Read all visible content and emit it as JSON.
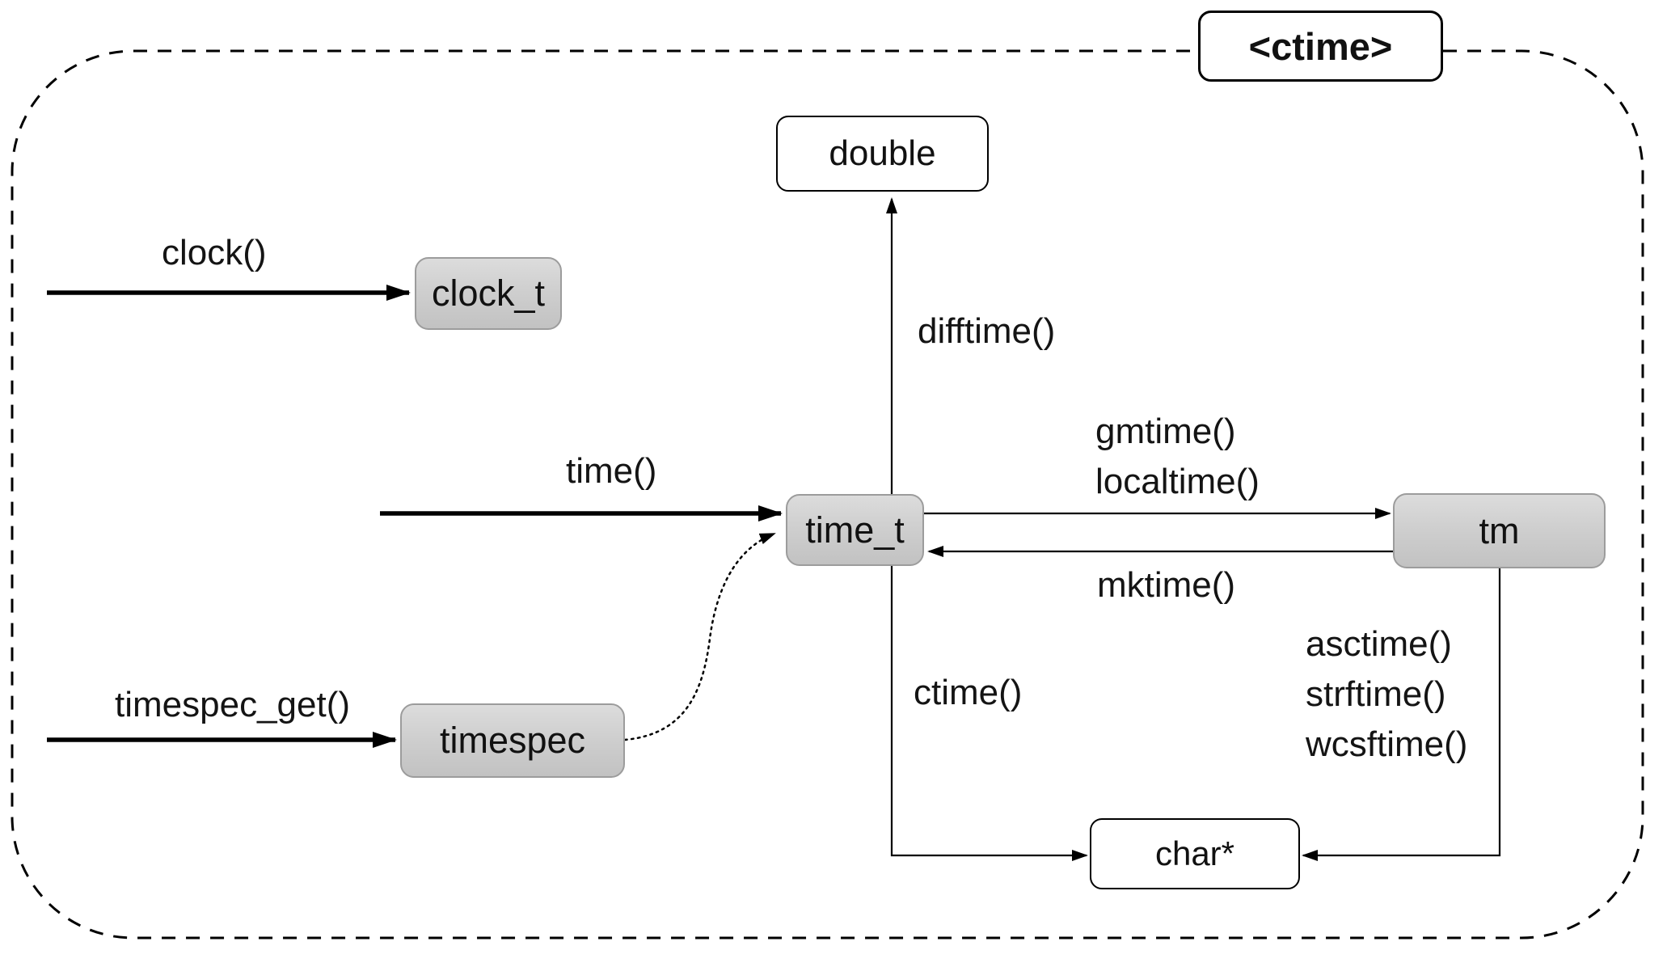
{
  "diagram": {
    "header": "<ctime>",
    "nodes": {
      "double": "double",
      "clock_t": "clock_t",
      "time_t": "time_t",
      "tm": "tm",
      "timespec": "timespec",
      "char_ptr": "char*"
    },
    "functions": {
      "clock": "clock()",
      "time": "time()",
      "timespec_get": "timespec_get()",
      "difftime": "difftime()",
      "gmtime": "gmtime()",
      "localtime": "localtime()",
      "mktime": "mktime()",
      "ctime": "ctime()",
      "asctime": "asctime()",
      "strftime": "strftime()",
      "wcsftime": "wcsftime()"
    },
    "colors": {
      "type_box_fill_top": "#dcdcdc",
      "type_box_fill_bottom": "#c2c2c2",
      "type_box_border": "#9c9c9c",
      "result_box_fill": "#ffffff",
      "line": "#000000"
    }
  }
}
